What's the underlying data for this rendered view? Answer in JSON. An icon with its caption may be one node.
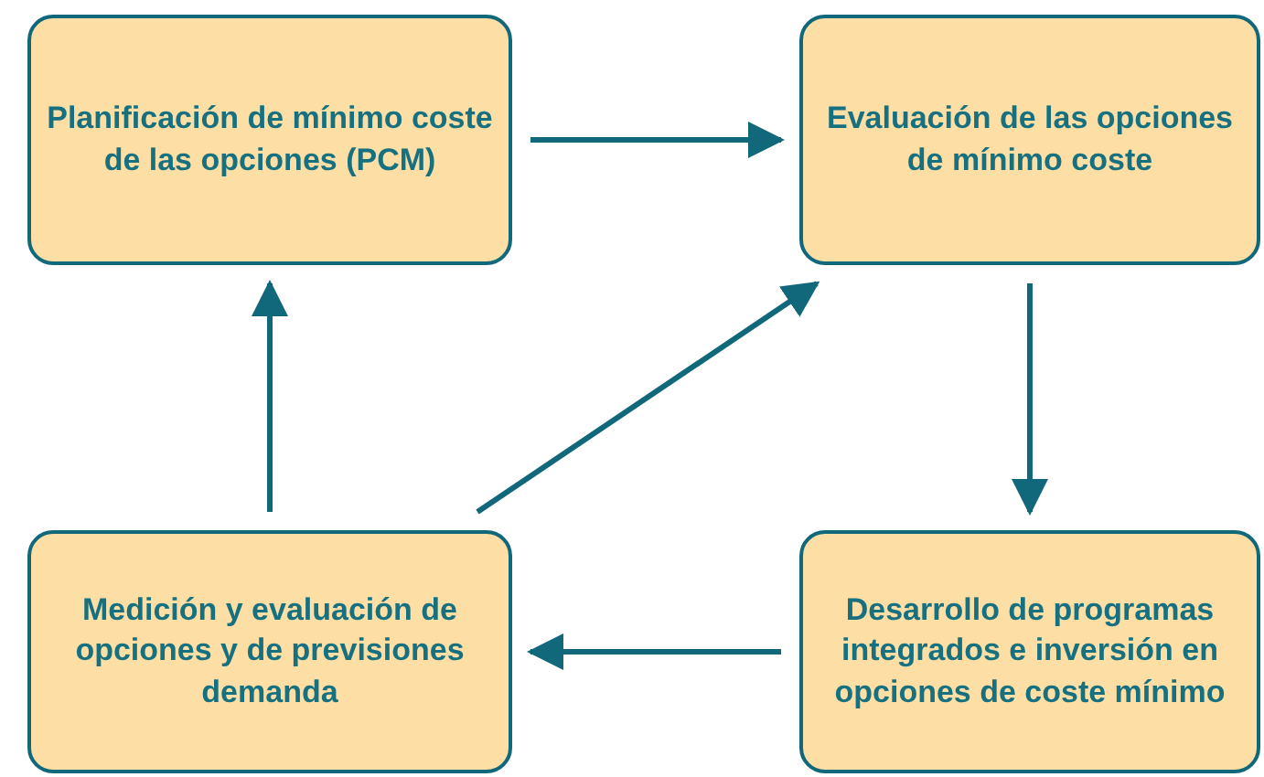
{
  "diagram": {
    "nodes": [
      {
        "text": [
          "Planificación de mínimo coste de las opciones (PCM)"
        ]
      },
      {
        "text": [
          "Evaluación de las opciones de mínimo coste"
        ]
      },
      {
        "text": [
          "Medición y evaluación de opciones y de previsiones demanda"
        ]
      },
      {
        "text": [
          "Desarrollo de programas integrados e inversión en opciones de coste mínimo"
        ]
      }
    ],
    "edges": [
      {
        "from": 0,
        "to": 1,
        "arrow": "to"
      },
      {
        "from": 1,
        "to": 3,
        "arrow": "to"
      },
      {
        "from": 3,
        "to": 2,
        "arrow": "to"
      },
      {
        "from": 2,
        "to": 0,
        "arrow": "to"
      },
      {
        "from": 2,
        "to": 1,
        "arrow": "to"
      }
    ]
  }
}
